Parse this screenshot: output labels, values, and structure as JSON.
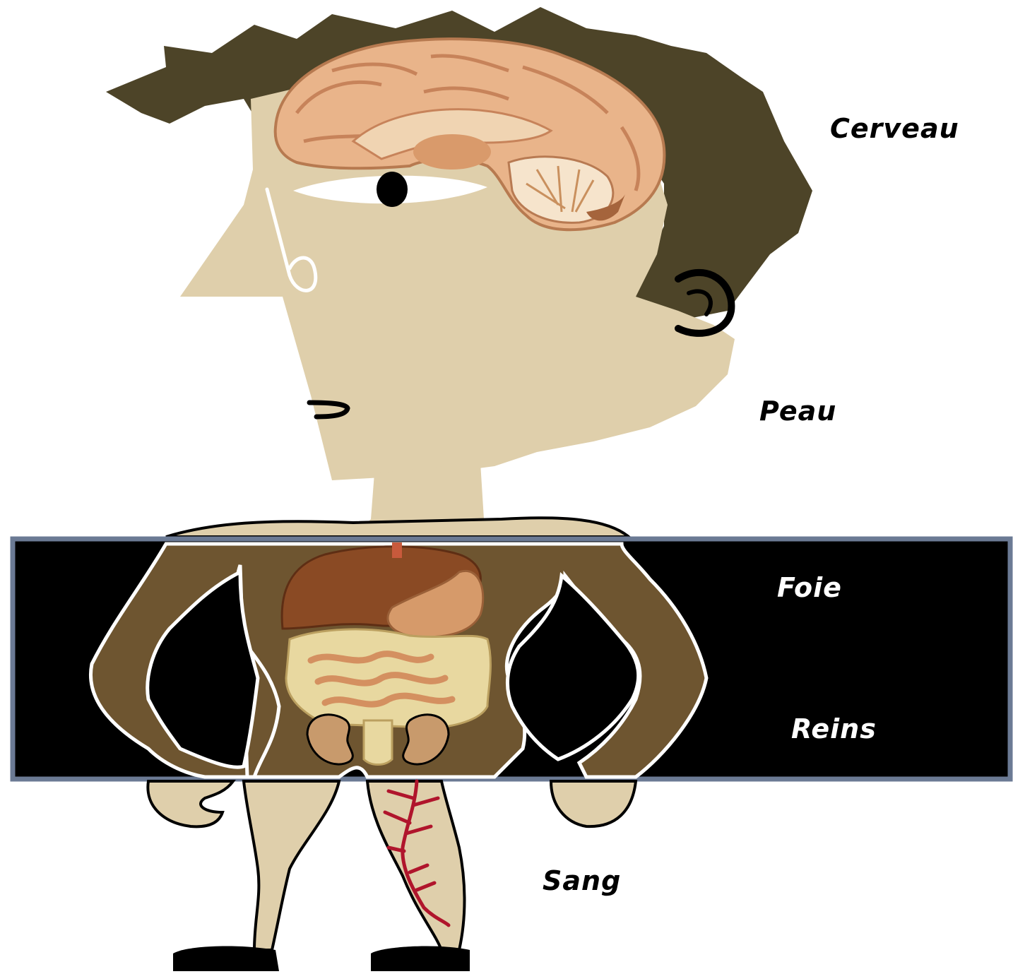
{
  "labels": {
    "cerveau": "Cerveau",
    "peau": "Peau",
    "foie": "Foie",
    "reins": "Reins",
    "sang": "Sang"
  },
  "colors": {
    "skin": "#dfcfab",
    "hair": "#4d4428",
    "panel": "#000000",
    "panel_border": "#6b7a94",
    "torso_in_panel": "#6e5530",
    "brain": "#e9b48a",
    "liver": "#8a4a24",
    "stomach": "#d69a6a",
    "intestine": "#e8d8a0",
    "kidney": "#c89a6c",
    "blood_vessel": "#b0152c",
    "outline": "#000000"
  }
}
